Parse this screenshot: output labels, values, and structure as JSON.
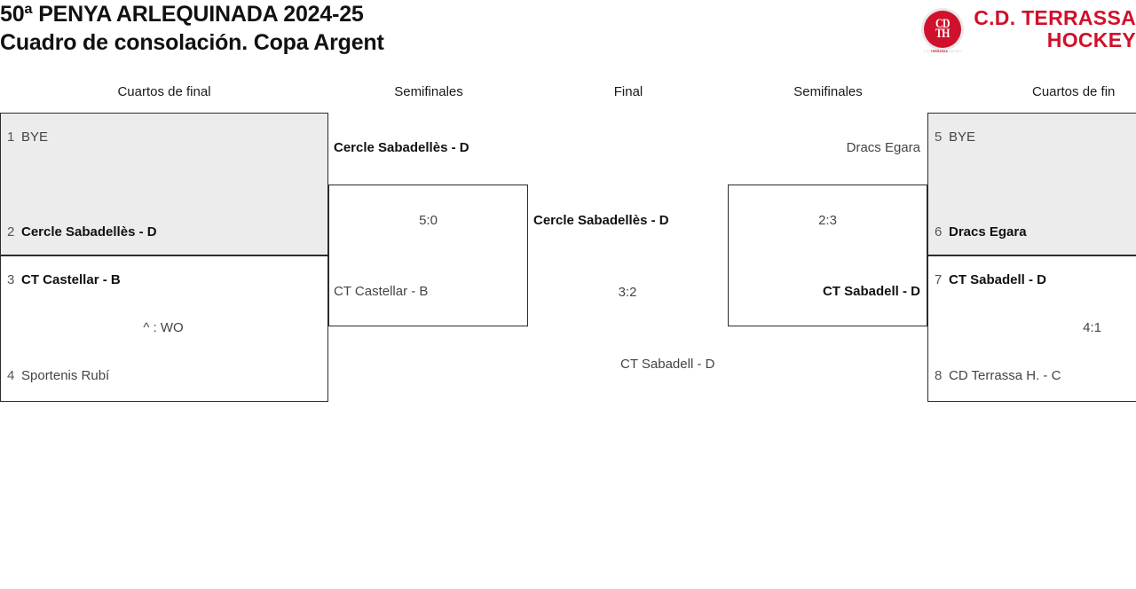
{
  "header": {
    "title_line1": "50ª PENYA ARLEQUINADA 2024-25",
    "title_line2": "Cuadro de consolación. Copa Argent",
    "logo": {
      "emblem_monogram_line1": "CD",
      "emblem_monogram_line2": "TH",
      "emblem_microtext_pre": "C.D. ",
      "emblem_microtext_mid": "TERRASSA",
      "emblem_microtext_post": " HOCKEY",
      "text_line1": "C.D. TERRASSA",
      "text_line2": "HOCKEY",
      "brand_color": "#d0112b"
    }
  },
  "columns": [
    {
      "label": "Cuartos de final"
    },
    {
      "label": "Semifinales"
    },
    {
      "label": "Final"
    },
    {
      "label": "Semifinales"
    },
    {
      "label": "Cuartos de fin"
    }
  ],
  "bracket": {
    "left_quarterfinals": [
      {
        "match_score": "",
        "teams": [
          {
            "seed": "1",
            "name": "BYE",
            "winner": false
          },
          {
            "seed": "2",
            "name": "Cercle Sabadellès - D",
            "winner": true
          }
        ]
      },
      {
        "match_score": "^ : WO",
        "teams": [
          {
            "seed": "3",
            "name": "CT Castellar - B",
            "winner": true
          },
          {
            "seed": "4",
            "name": "Sportenis Rubí",
            "winner": false
          }
        ]
      }
    ],
    "left_semifinal": {
      "match_score": "5:0",
      "teams": [
        {
          "name": "Cercle Sabadellès - D",
          "winner": true
        },
        {
          "name": "CT Castellar - B",
          "winner": false
        }
      ]
    },
    "final": {
      "match_score": "3:2",
      "teams": [
        {
          "name": "Cercle Sabadellès - D",
          "winner": true
        },
        {
          "name": "CT Sabadell - D",
          "winner": false
        }
      ]
    },
    "right_semifinal": {
      "match_score": "2:3",
      "teams": [
        {
          "name": "Dracs Egara",
          "winner": false
        },
        {
          "name": "CT Sabadell - D",
          "winner": true
        }
      ]
    },
    "right_quarterfinals": [
      {
        "match_score": "",
        "teams": [
          {
            "seed": "5",
            "name": "BYE",
            "winner": false
          },
          {
            "seed": "6",
            "name": "Dracs Egara",
            "winner": true
          }
        ]
      },
      {
        "match_score": "4:1",
        "teams": [
          {
            "seed": "7",
            "name": "CT Sabadell - D",
            "winner": true
          },
          {
            "seed": "8",
            "name": "CD Terrassa H. - C",
            "winner": false
          }
        ]
      }
    ]
  }
}
